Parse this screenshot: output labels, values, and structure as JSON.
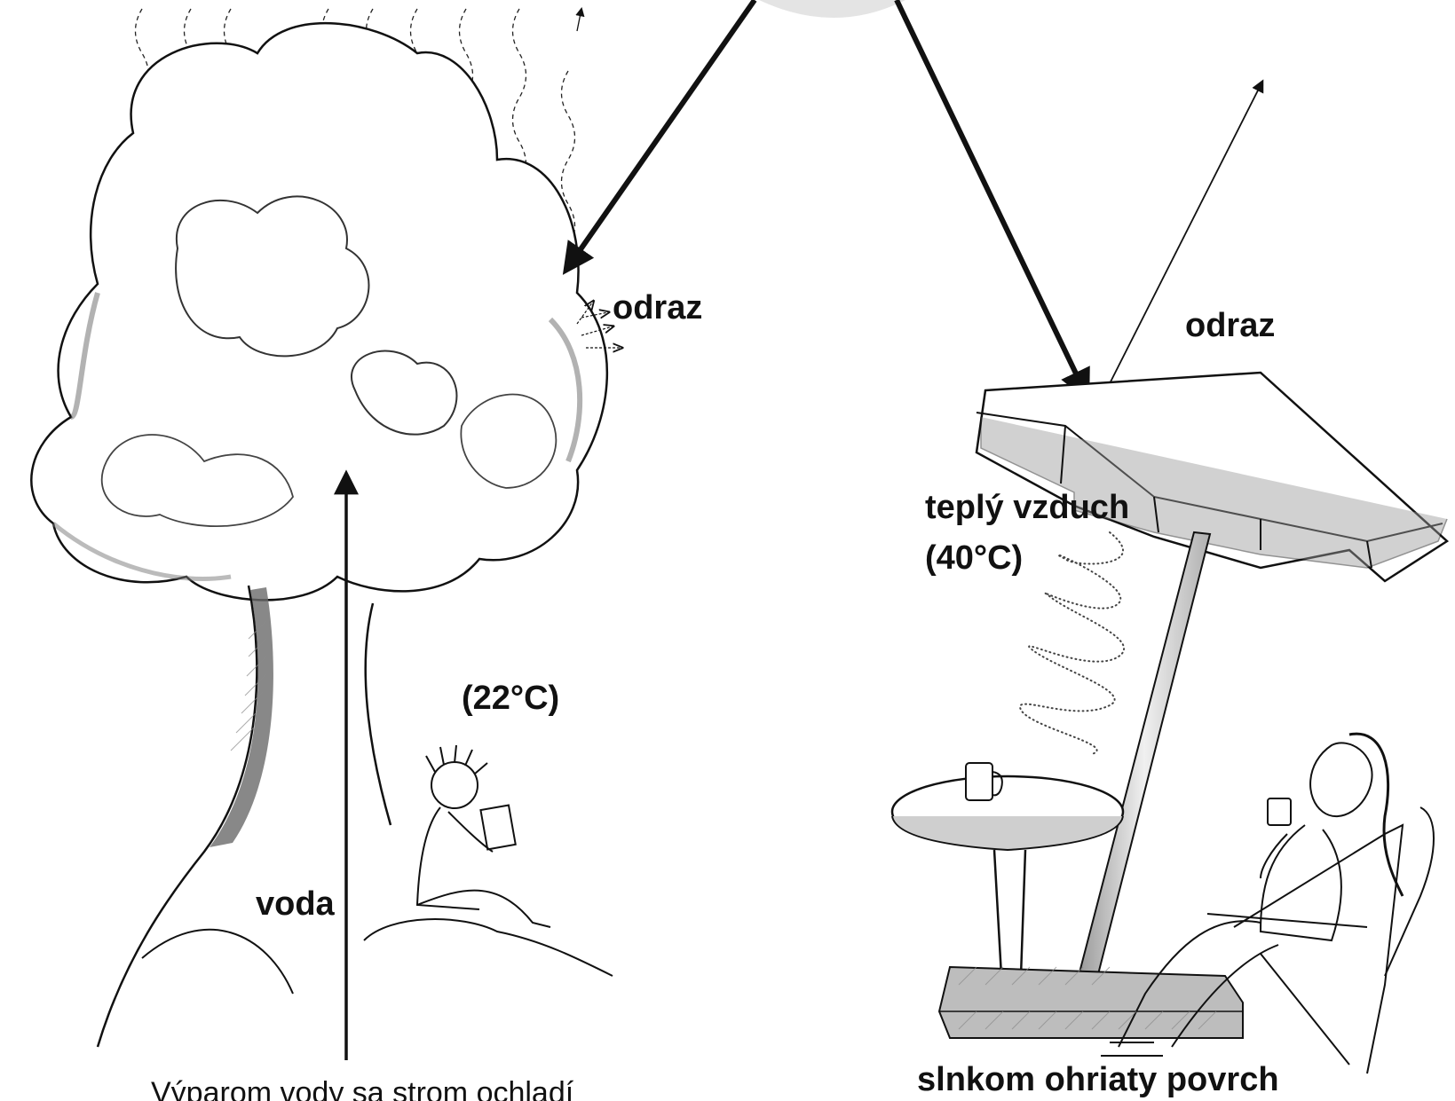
{
  "labels": {
    "reflection_tree": "odraz",
    "reflection_umbrella": "odraz",
    "warm_air": "teplý vzduch",
    "warm_air_temp": "(40°C)",
    "shade_temp": "(22°C)",
    "water": "voda"
  },
  "captions": {
    "tree": "Výparom vody sa strom ochladí",
    "surface": "slnkom ohriaty povrch"
  },
  "colors": {
    "ink": "#111111",
    "sun": "#e4e4e4",
    "pencil_shade": "#8a8a8a"
  }
}
